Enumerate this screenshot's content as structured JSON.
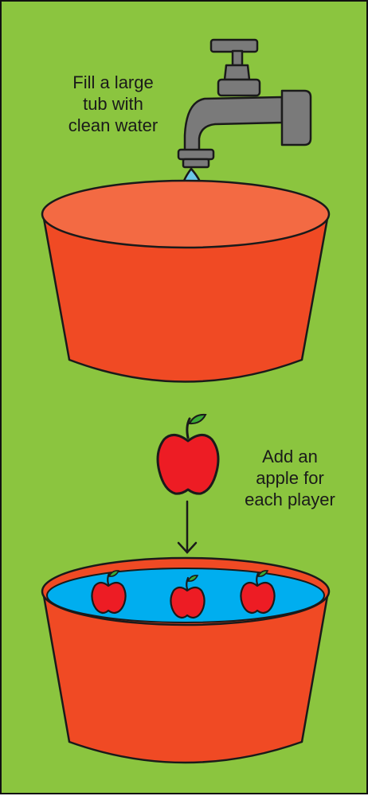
{
  "colors": {
    "background": "#8bc53f",
    "tub": "#f04a24",
    "tub_rim": "#f36a43",
    "water": "#00aeef",
    "water_drop": "#6cc7e8",
    "faucet": "#7a7a7a",
    "apple": "#ed1c24",
    "leaf": "#3aaa35",
    "outline": "#1a1a1a"
  },
  "icons": [
    "faucet-icon",
    "water-drop-icon",
    "tub-icon",
    "apple-icon",
    "arrow-down-icon"
  ],
  "step1": {
    "lines": [
      "Fill a large",
      "tub with",
      "clean water"
    ]
  },
  "step2": {
    "lines": [
      "Add an",
      "apple for",
      "each player"
    ]
  }
}
